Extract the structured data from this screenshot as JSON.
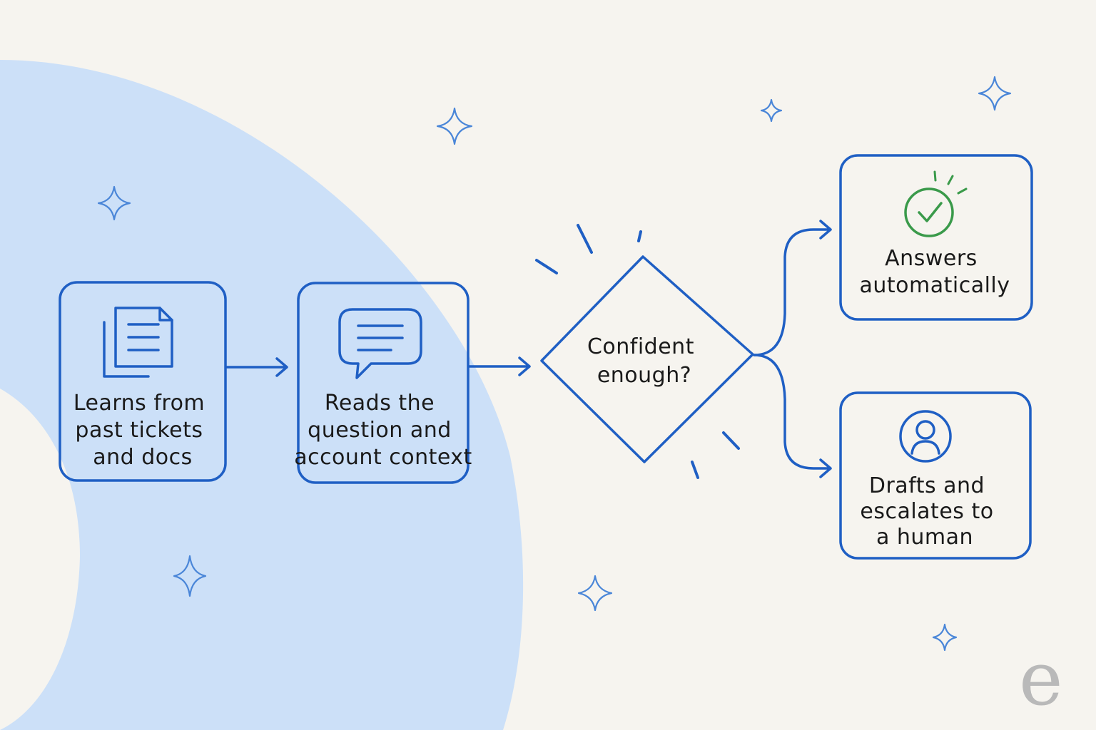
{
  "colors": {
    "background": "#f6f4ef",
    "blob": "#cce0f8",
    "stroke": "#1f5fc4",
    "success": "#3a9a4a",
    "sparkle": "#4a86d8"
  },
  "steps": [
    {
      "icon": "documents-icon",
      "lines": [
        "Learns from",
        "past tickets",
        "and docs"
      ]
    },
    {
      "icon": "chat-bubble-icon",
      "lines": [
        "Reads the",
        "question and",
        "account context"
      ]
    }
  ],
  "decision": {
    "lines": [
      "Confident",
      "enough?"
    ]
  },
  "outcomes": [
    {
      "icon": "checkmark-icon",
      "lines": [
        "Answers",
        "automatically"
      ]
    },
    {
      "icon": "person-icon",
      "lines": [
        "Drafts and",
        "escalates to",
        "a human"
      ]
    }
  ],
  "watermark": "e"
}
